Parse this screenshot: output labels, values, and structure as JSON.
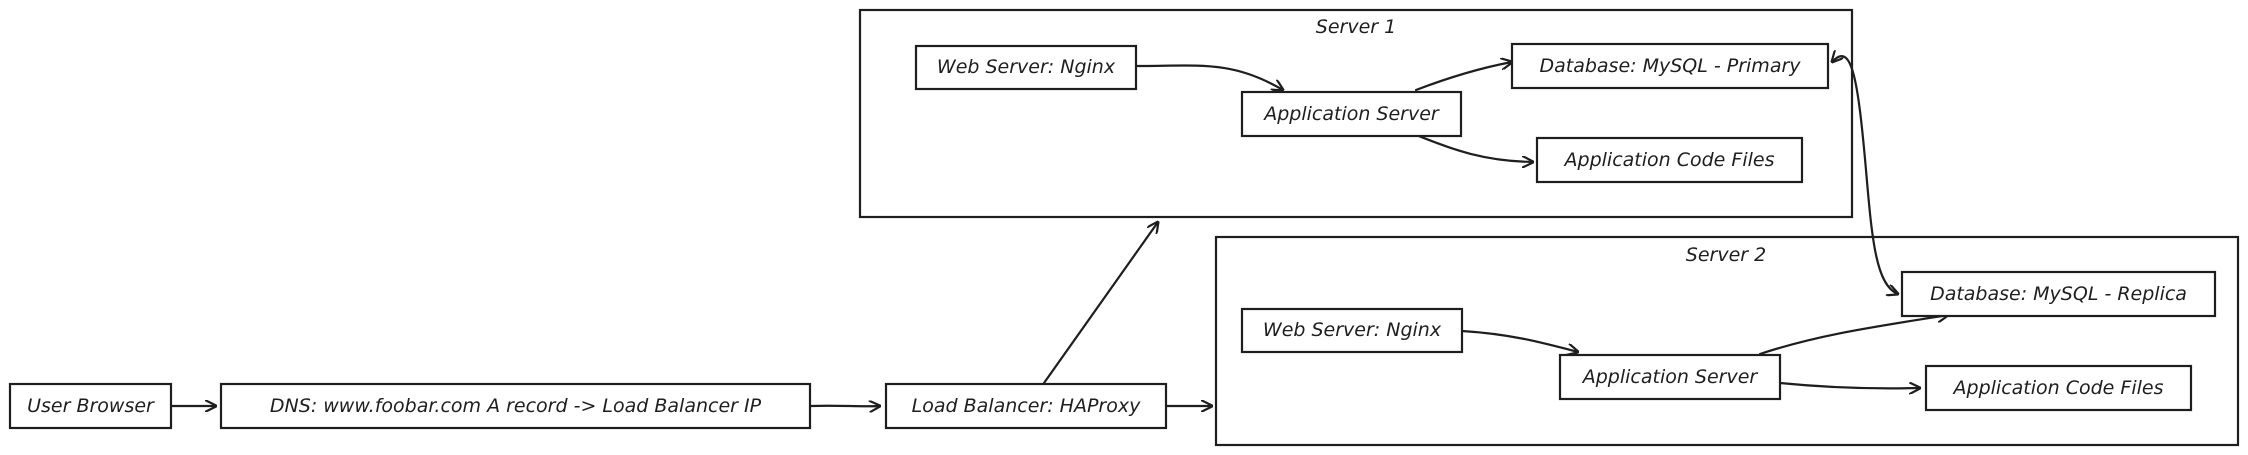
{
  "groups": {
    "server1": {
      "title": "Server 1"
    },
    "server2": {
      "title": "Server 2"
    }
  },
  "nodes": {
    "user_browser": "User Browser",
    "dns": "DNS: www.foobar.com A record -> Load Balancer IP",
    "load_balancer": "Load Balancer: HAProxy",
    "s1_web": "Web Server: Nginx",
    "s1_app": "Application Server",
    "s1_db": "Database: MySQL - Primary",
    "s1_code": "Application Code Files",
    "s2_web": "Web Server: Nginx",
    "s2_app": "Application Server",
    "s2_db": "Database: MySQL - Replica",
    "s2_code": "Application Code Files"
  },
  "edges": [
    {
      "from": "user_browser",
      "to": "dns"
    },
    {
      "from": "dns",
      "to": "load_balancer"
    },
    {
      "from": "load_balancer",
      "to": "server1"
    },
    {
      "from": "load_balancer",
      "to": "server2"
    },
    {
      "from": "s1_web",
      "to": "s1_app"
    },
    {
      "from": "s1_app",
      "to": "s1_db"
    },
    {
      "from": "s1_app",
      "to": "s1_code"
    },
    {
      "from": "s2_web",
      "to": "s2_app"
    },
    {
      "from": "s2_app",
      "to": "s2_db"
    },
    {
      "from": "s2_app",
      "to": "s2_code"
    },
    {
      "from": "s1_db",
      "to": "s2_db"
    }
  ]
}
